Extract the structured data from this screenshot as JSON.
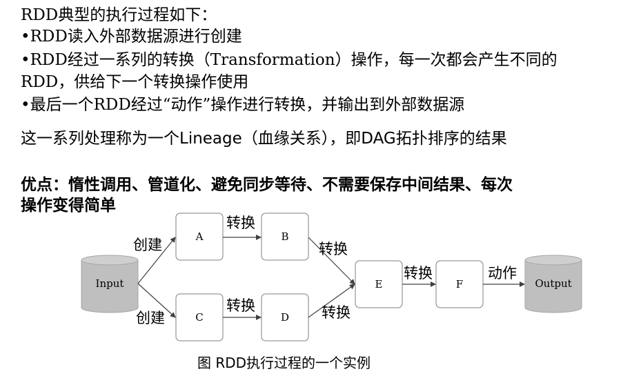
{
  "text": {
    "line1": "RDD典型的执行过程如下：",
    "line2": "•RDD读入外部数据源进行创建",
    "line3": "•RDD经过一系列的转换（Transformation）操作，每一次都会产生不同的",
    "line4": "RDD，供给下一个转换操作使用",
    "line5": "•最后一个RDD经过“动作”操作进行转换，并输出到外部数据源",
    "line6": "这一系列处理称为一个Lineage（血缘关系），即DAG拓扑排序的结果",
    "line7": "优点：惰性调用、管道化、避免同步等待、不需要保存中间结果、每次",
    "line8": "操作变得简单"
  },
  "diagram": {
    "nodes": {
      "input": "Input",
      "a": "A",
      "b": "B",
      "c": "C",
      "d": "D",
      "e": "E",
      "f": "F",
      "output": "Output"
    },
    "edge_labels": {
      "create_top": "创建",
      "create_bottom": "创建",
      "transform_ab": "转换",
      "transform_cd": "转换",
      "transform_be": "转换",
      "transform_de": "转换",
      "transform_ef": "转换",
      "action_fo": "动作"
    },
    "colors": {
      "cylinder_fill": "#bfbfbf",
      "box_stroke": "#7f7f7f",
      "arrow": "#404040"
    }
  },
  "caption": "图  RDD执行过程的一个实例"
}
